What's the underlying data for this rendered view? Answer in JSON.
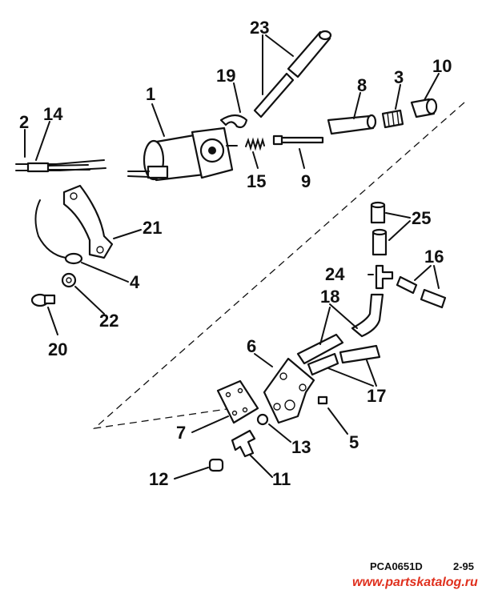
{
  "callouts": [
    "1",
    "2",
    "3",
    "4",
    "5",
    "6",
    "7",
    "8",
    "9",
    "10",
    "11",
    "12",
    "13",
    "14",
    "15",
    "16",
    "17",
    "18",
    "19",
    "20",
    "21",
    "22",
    "23",
    "24",
    "25"
  ],
  "diagram_code": "PCA0651D",
  "diagram_date": "2-95",
  "watermark": "www.partskatalog.ru",
  "colors": {
    "ink": "#111111",
    "paper": "#ffffff",
    "watermark": "#e0301e"
  }
}
